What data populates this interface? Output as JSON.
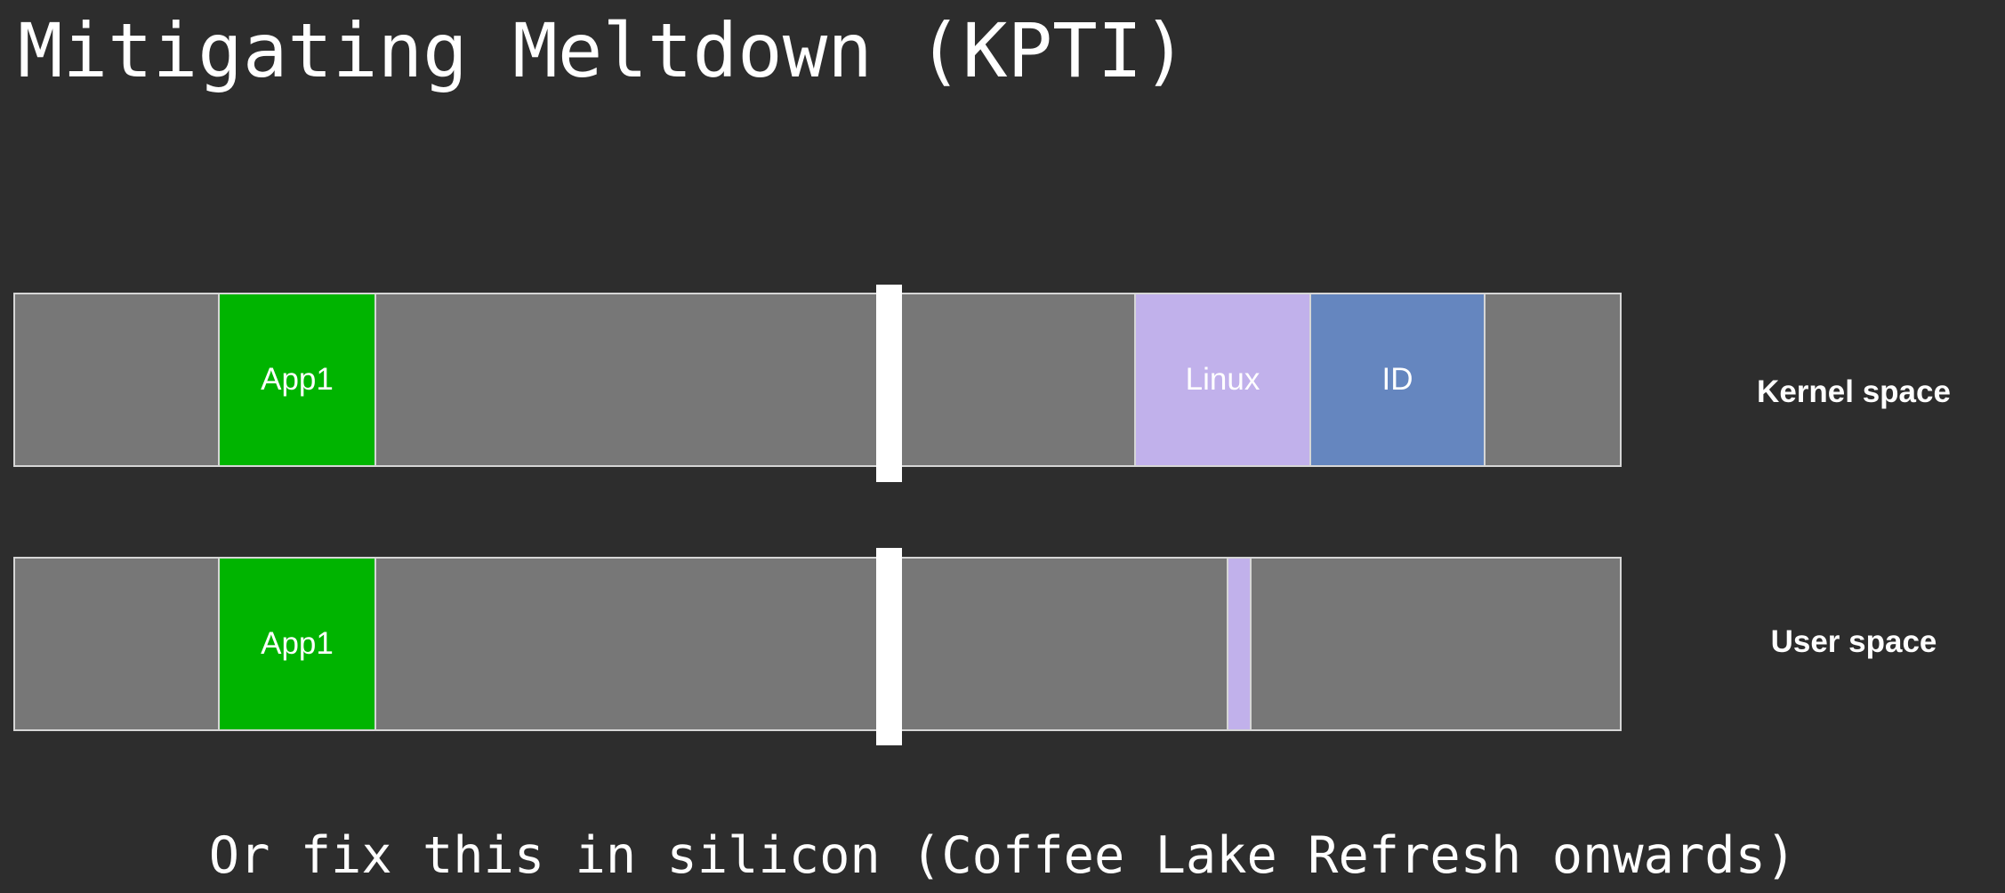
{
  "slide": {
    "title": "Mitigating Meltdown (KPTI)",
    "footer": "Or fix this in silicon (Coffee Lake Refresh onwards)"
  },
  "kernel_row": {
    "label": "Kernel space",
    "blocks": {
      "app": "App1",
      "linux": "Linux",
      "id": "ID"
    }
  },
  "user_row": {
    "label": "User space",
    "blocks": {
      "app": "App1"
    }
  },
  "colors": {
    "background": "#2d2d2d",
    "address_space": "#777777",
    "app": "#00b400",
    "linux": "#c1b1eb",
    "id": "#6586bf",
    "divider": "#ffffff"
  }
}
